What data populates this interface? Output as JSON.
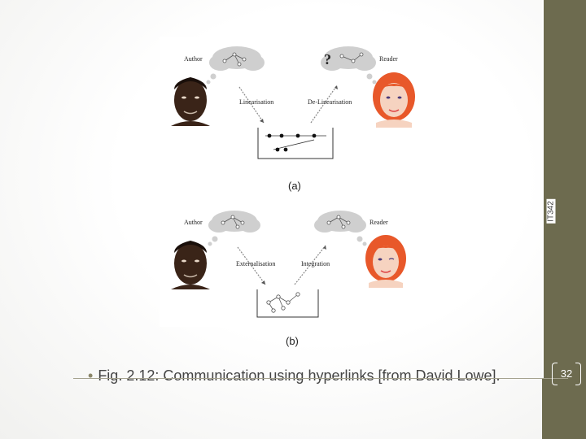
{
  "sidebar": {
    "course_code": "IT342"
  },
  "figures": {
    "a": {
      "caption": "(a)",
      "author_label": "Author",
      "reader_label": "Reader",
      "left_arrow_label": "Linearisation",
      "right_arrow_label": "De-Linearisation",
      "question_mark": "?"
    },
    "b": {
      "caption": "(b)",
      "author_label": "Author",
      "reader_label": "Reader",
      "left_arrow_label": "Externalisation",
      "right_arrow_label": "Integration"
    }
  },
  "body": {
    "bullet": "•",
    "text": "Fig. 2.12: Communication using hyperlinks [from David Lowe]."
  },
  "footer": {
    "page_number": "32"
  },
  "colors": {
    "sidebar": "#6d6b4f",
    "hair": "#e8582a",
    "skin_dark": "#3a2418",
    "cloud": "#cfcfcf"
  }
}
